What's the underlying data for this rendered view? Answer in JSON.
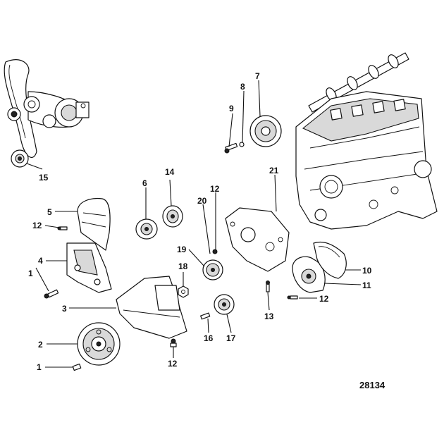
{
  "callouts": [
    "1",
    "2",
    "3",
    "4",
    "5",
    "6",
    "7",
    "8",
    "9",
    "10",
    "11",
    "12",
    "13",
    "14",
    "15",
    "16",
    "17",
    "18",
    "19",
    "20",
    "21"
  ],
  "reference_number": "28134"
}
